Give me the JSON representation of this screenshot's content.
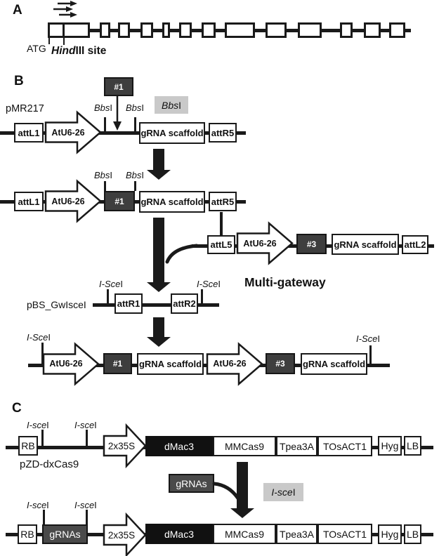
{
  "figure": {
    "panel_a": {
      "label": "A",
      "atg": "ATG",
      "hind_it": "Hind",
      "hind_rm": "III site"
    },
    "panel_b": {
      "label": "B",
      "pmr217": "pMR217",
      "pbs_gwiscei": "pBS_GwIsceI",
      "multi_gateway": "Multi-gateway",
      "insert1": "#1",
      "insert3": "#3",
      "bbsi_it": "Bbs",
      "bbsi_rm": "I",
      "scei_it": "I-Sce",
      "scei_rm": "I",
      "attl1": "attL1",
      "attr5": "attR5",
      "attl5": "attL5",
      "attl2": "attL2",
      "attr1": "attR1",
      "attr2": "attR2",
      "atu626": "AtU6-26",
      "scaffold": "gRNA scaffold"
    },
    "panel_c": {
      "label": "C",
      "pzd": "pZD-dxCas9",
      "scei_it": "I-sce",
      "scei_rm": "I",
      "grnas": "gRNAs",
      "rb": "RB",
      "lb": "LB",
      "p2x35s": "2x35S",
      "dmac3": "dMac3",
      "mmcas9": "MMCas9",
      "tpea3a": "Tpea3A",
      "tosact1": "TOsACT1",
      "hyg": "Hyg"
    },
    "colors": {
      "line": "#1a1a1a",
      "insert_fill": "#3e3e3e",
      "grnas_fill": "#4a4a4a",
      "cds_fill": "#111111",
      "highlight_bg": "#c9c9c9"
    }
  }
}
